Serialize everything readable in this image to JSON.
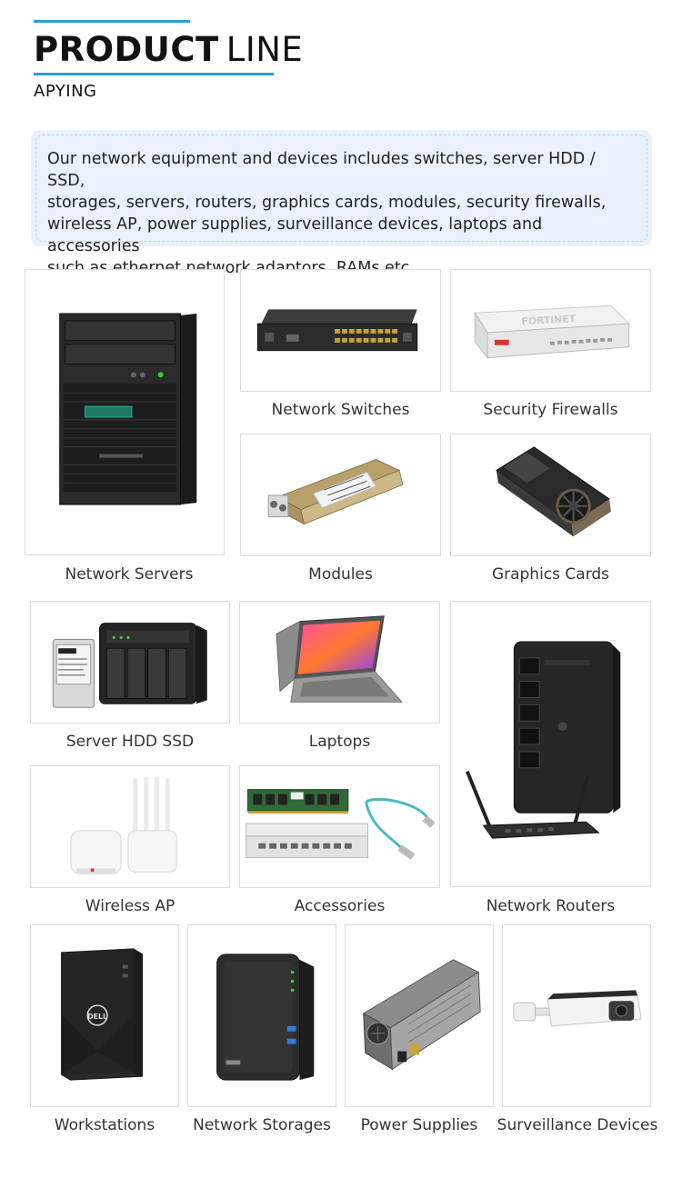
{
  "header": {
    "title_bold": "PRODUCT",
    "title_light": "LINE",
    "brand": "APYING",
    "accent_color": "#2a9fd6"
  },
  "intro": {
    "line1": "Our network equipment and devices includes switches, server  HDD / SSD,",
    "line2": "storages, servers, routers, graphics cards, modules, security firewalls,",
    "line3": "wireless AP, power supplies, surveillance devices, laptops and accessories",
    "line4": "such as ethernet network adaptors, RAMs etc."
  },
  "products": {
    "servers": "Network Servers",
    "switches": "Network Switches",
    "firewalls": "Security Firewalls",
    "modules": "Modules",
    "graphics": "Graphics Cards",
    "hdd": "Server HDD SSD",
    "laptops": "Laptops",
    "routers": "Network Routers",
    "wireless": "Wireless AP",
    "accessories": "Accessories",
    "workstations": "Workstations",
    "storages": "Network Storages",
    "power": "Power Supplies",
    "surveillance": "Surveillance Devices"
  },
  "image_text": {
    "firewall_brand": "FORTINET",
    "workstation_brand": "DELL"
  }
}
